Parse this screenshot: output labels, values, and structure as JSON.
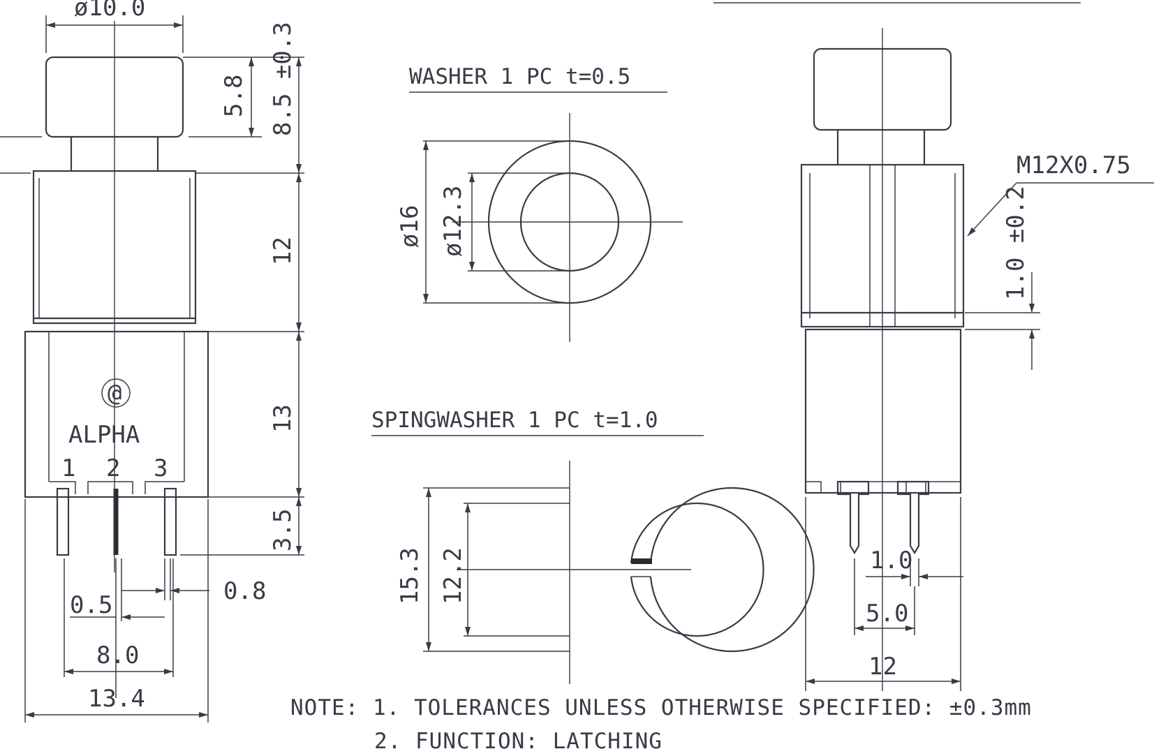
{
  "colors": {
    "ink": "#3a3a48",
    "paper": "#ffffff"
  },
  "front_view": {
    "cap_diameter": "ø10.0",
    "cap_height": "5.8",
    "top_height": "8.5 ±0.3",
    "body_height": "12",
    "base_height": "13",
    "pin_length": "3.5",
    "pin_thickness": "0.5",
    "pin_pitch_edge": "0.8",
    "pin_span": "8.0",
    "base_width": "13.4",
    "logo_symbol": "@",
    "brand": "ALPHA",
    "pin_labels": [
      "1",
      "2",
      "3"
    ]
  },
  "washer": {
    "title": "WASHER 1 PC t=0.5",
    "outer_diameter": "ø16",
    "inner_diameter": "ø12.3"
  },
  "spring_washer": {
    "title": "SPINGWASHER 1 PC t=1.0",
    "outer_diameter": "15.3",
    "inner_diameter": "12.2"
  },
  "side_view": {
    "thread": "M12X0.75",
    "flange": "1.0 ±0.2",
    "pin_width": "1.0",
    "pin_spacing": "5.0",
    "width": "12"
  },
  "notes": [
    "NOTE: 1. TOLERANCES UNLESS OTHERWISE SPECIFIED: ±0.3mm",
    "2. FUNCTION:  LATCHING"
  ]
}
